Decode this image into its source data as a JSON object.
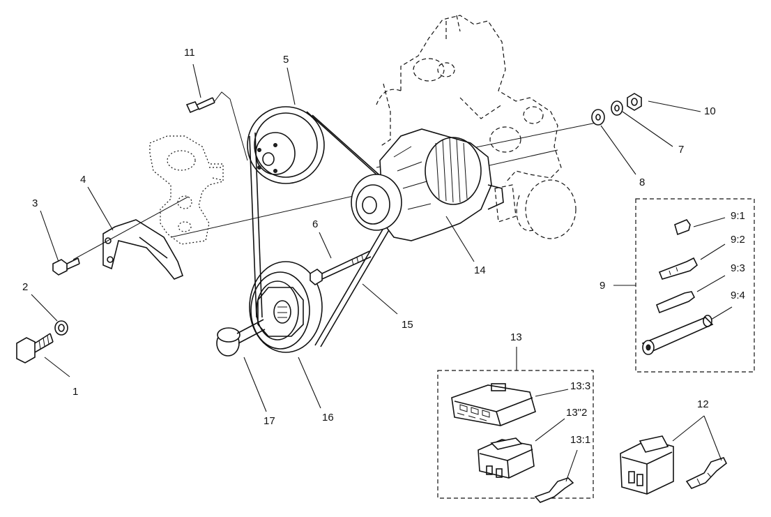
{
  "labels": {
    "p1": "1",
    "p2": "2",
    "p3": "3",
    "p4": "4",
    "p5": "5",
    "p6": "6",
    "p7": "7",
    "p8": "8",
    "p9": "9",
    "p9_1": "9:1",
    "p9_2": "9:2",
    "p9_3": "9:3",
    "p9_4": "9:4",
    "p10": "10",
    "p11": "11",
    "p12": "12",
    "p13": "13",
    "p13_1": "13:1",
    "p13_2": "13\"2",
    "p13_3": "13:3",
    "p14": "14",
    "p15": "15",
    "p16": "16",
    "p17": "17"
  }
}
